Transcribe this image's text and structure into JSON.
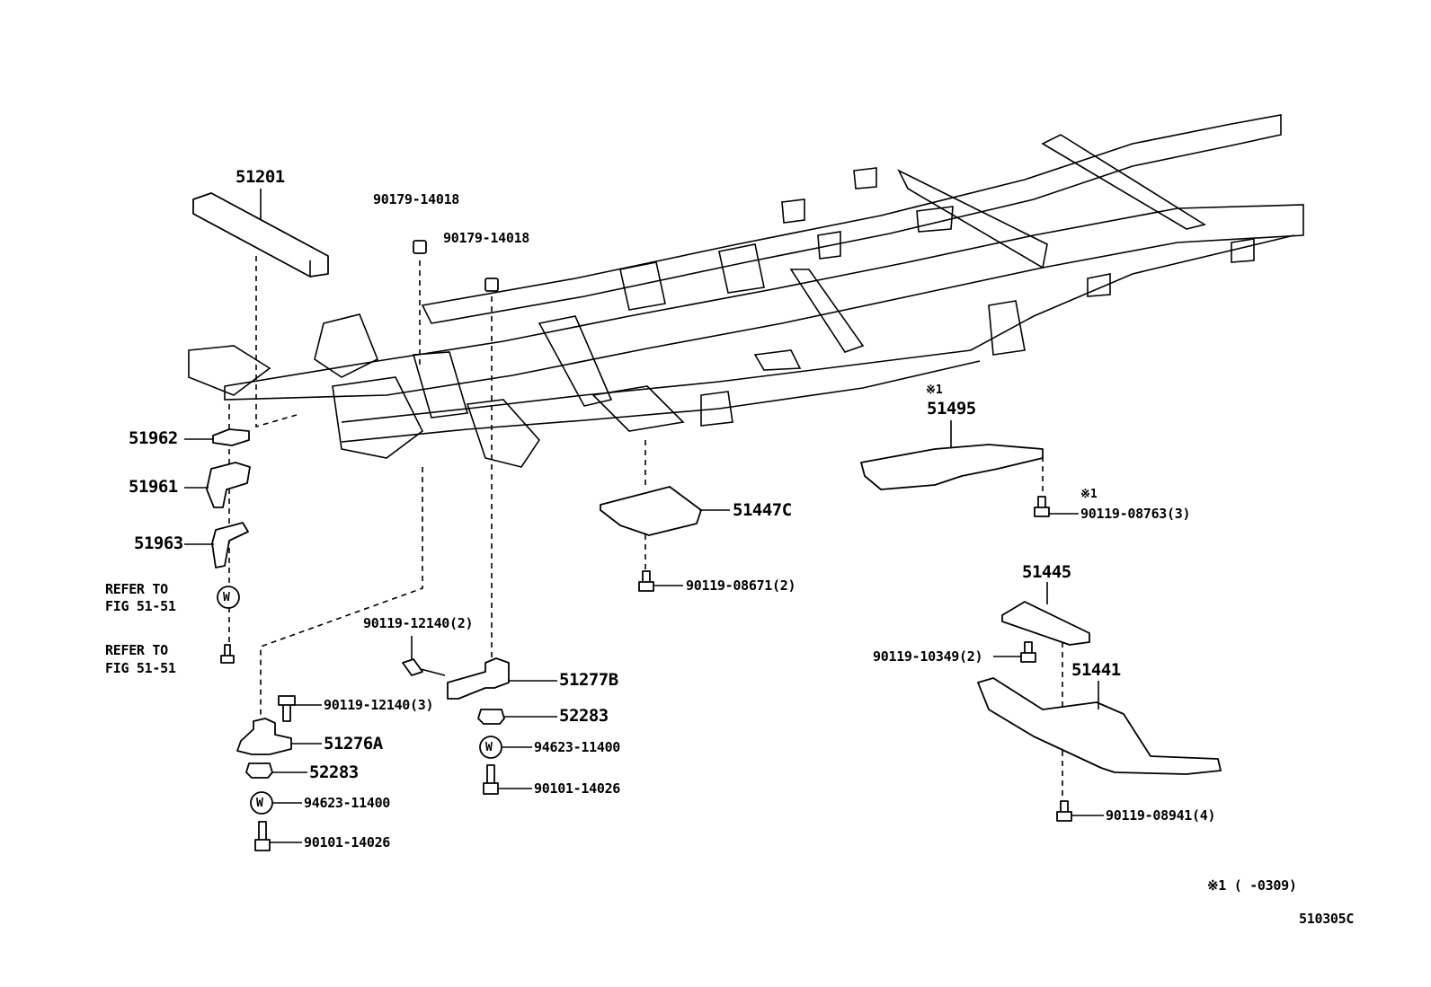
{
  "labels": {
    "p51201": "51201",
    "p90179_a": "90179-14018",
    "p90179_b": "90179-14018",
    "p51962": "51962",
    "p51961": "51961",
    "p51963": "51963",
    "refer1_l1": "REFER TO",
    "refer1_l2": "FIG 51-51",
    "refer2_l1": "REFER TO",
    "refer2_l2": "FIG 51-51",
    "p90119_12140_2": "90119-12140(2)",
    "p51277b": "51277B",
    "p52283_r": "52283",
    "p94623_r": "94623-11400",
    "p90101_r": "90101-14026",
    "p90119_12140_3": "90119-12140(3)",
    "p51276a": "51276A",
    "p52283_l": "52283",
    "p94623_l": "94623-11400",
    "p90101_l": "90101-14026",
    "p51447c": "51447C",
    "p90119_08671": "90119-08671(2)",
    "mark1_top": "※1",
    "p51495": "51495",
    "mark1_bolt": "※1",
    "p90119_08763": "90119-08763(3)",
    "p51445": "51445",
    "p90119_10349": "90119-10349(2)",
    "p51441": "51441",
    "p90119_08941": "90119-08941(4)",
    "footnote": "※1 (     -0309)",
    "fig_code": "510305C"
  },
  "washer_symbol": "W"
}
